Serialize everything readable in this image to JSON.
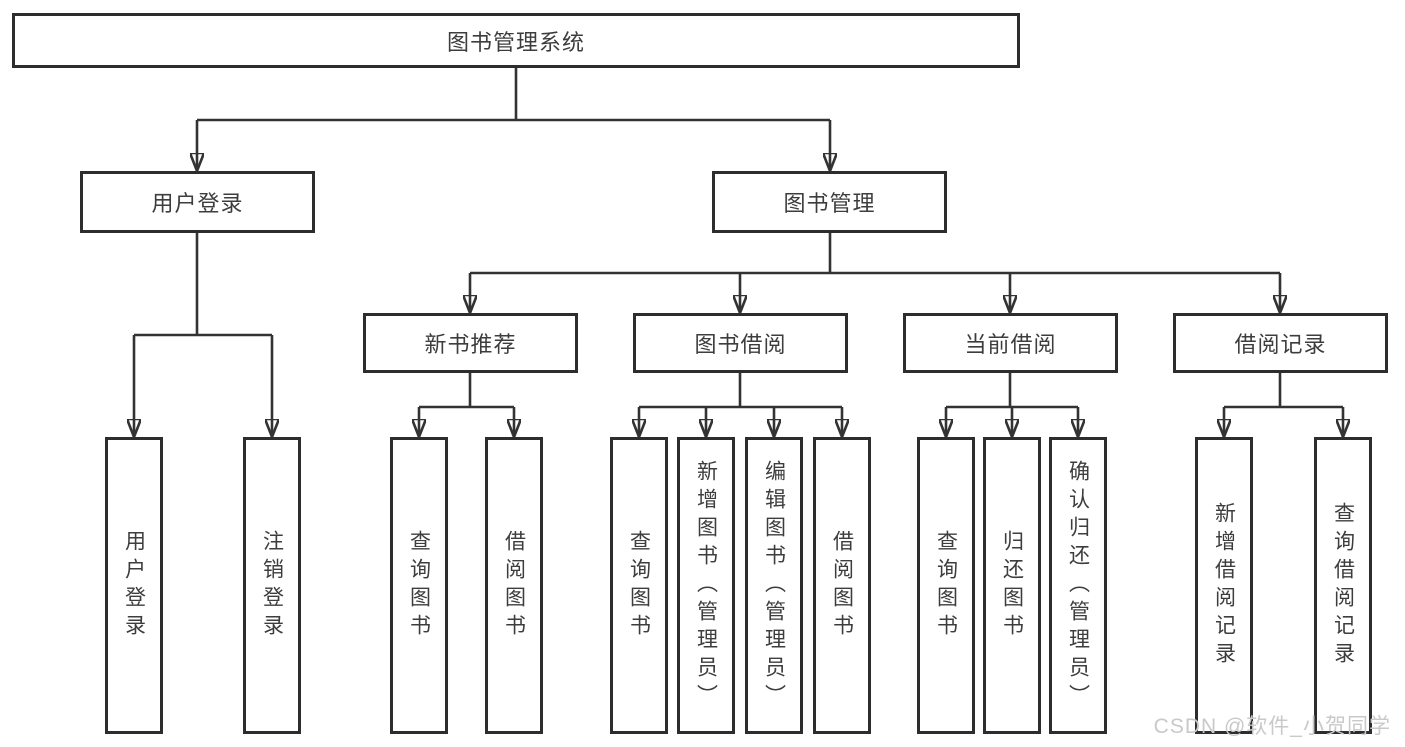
{
  "title": "图书管理系统",
  "level2": [
    {
      "label": "用户登录"
    },
    {
      "label": "图书管理"
    }
  ],
  "level3": [
    {
      "label": "新书推荐"
    },
    {
      "label": "图书借阅"
    },
    {
      "label": "当前借阅"
    },
    {
      "label": "借阅记录"
    }
  ],
  "leaves": {
    "user_login": [
      "用户登录",
      "注销登录"
    ],
    "new_book_recommend": [
      "查询图书",
      "借阅图书"
    ],
    "book_borrowing": [
      "查询图书",
      "新增图书（管理员）",
      "编辑图书（管理员）",
      "借阅图书"
    ],
    "current_borrowing": [
      "查询图书",
      "归还图书",
      "确认归还（管理员）"
    ],
    "borrowing_records": [
      "新增借阅记录",
      "查询借阅记录"
    ]
  },
  "watermark": "CSDN @软件_小贺同学",
  "colors": {
    "line": "#333333",
    "border": "#2d2d2d",
    "text": "#3d3d3d",
    "watermark_text": "#c9c9c9",
    "background": "#ffffff"
  }
}
